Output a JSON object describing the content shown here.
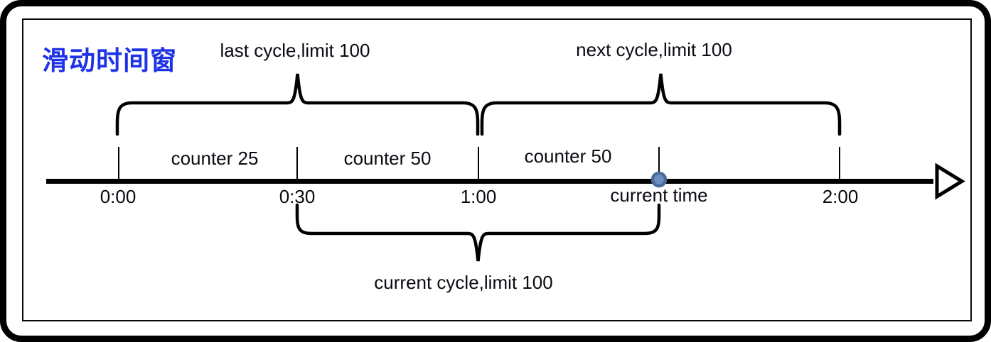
{
  "title": "滑动时间窗",
  "labels": {
    "last_cycle": "last cycle,limit 100",
    "next_cycle": "next cycle,limit 100",
    "current_cycle": "current cycle,limit 100"
  },
  "timeline": {
    "tick_labels": [
      "0:00",
      "0:30",
      "1:00",
      "current time",
      "2:00"
    ],
    "segment_labels": [
      "counter 25",
      "counter 50",
      "counter 50"
    ]
  },
  "colors": {
    "title_blue": "#1e32e6",
    "ink": "#000000",
    "dot_fill": "#6e8fc2",
    "dot_stroke": "#4a6b9c"
  }
}
